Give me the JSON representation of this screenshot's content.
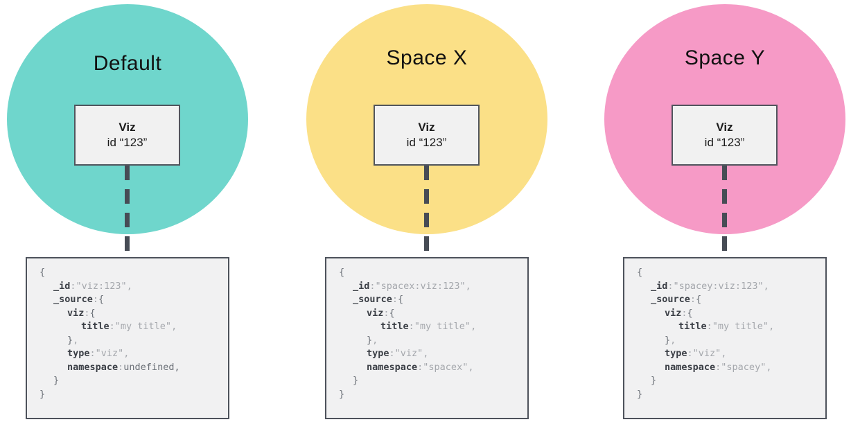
{
  "panels": [
    {
      "id": "default",
      "circle": {
        "label": "Default",
        "color": "#6FD6CC"
      },
      "viz_box": {
        "title": "Viz",
        "subtitle": "id “123”"
      },
      "code_lines": [
        {
          "indent": 0,
          "segments": [
            {
              "style": "brace",
              "text": "{"
            }
          ]
        },
        {
          "indent": 1,
          "segments": [
            {
              "style": "key",
              "text": "_id"
            },
            {
              "style": "punct",
              "text": ":"
            },
            {
              "style": "string",
              "text": "\"viz:123\""
            },
            {
              "style": "punct",
              "text": ","
            }
          ]
        },
        {
          "indent": 1,
          "segments": [
            {
              "style": "key",
              "text": "_source"
            },
            {
              "style": "punct",
              "text": ":"
            },
            {
              "style": "brace",
              "text": "{"
            }
          ]
        },
        {
          "indent": 2,
          "segments": [
            {
              "style": "key",
              "text": "viz"
            },
            {
              "style": "punct",
              "text": ":"
            },
            {
              "style": "brace",
              "text": "{"
            }
          ]
        },
        {
          "indent": 3,
          "segments": [
            {
              "style": "key",
              "text": "title"
            },
            {
              "style": "punct",
              "text": ":"
            },
            {
              "style": "string",
              "text": "\"my title\""
            },
            {
              "style": "punct",
              "text": ","
            }
          ]
        },
        {
          "indent": 2,
          "segments": [
            {
              "style": "brace",
              "text": "}"
            },
            {
              "style": "punct",
              "text": ","
            }
          ]
        },
        {
          "indent": 2,
          "segments": [
            {
              "style": "key",
              "text": "type"
            },
            {
              "style": "punct",
              "text": ":"
            },
            {
              "style": "string",
              "text": "\"viz\""
            },
            {
              "style": "punct",
              "text": ","
            }
          ]
        },
        {
          "indent": 2,
          "segments": [
            {
              "style": "key",
              "text": "namespace"
            },
            {
              "style": "punct",
              "text": ":"
            },
            {
              "style": "undefined",
              "text": "undefined"
            },
            {
              "style": "undefined",
              "text": ","
            }
          ]
        },
        {
          "indent": 1,
          "segments": [
            {
              "style": "brace",
              "text": "}"
            }
          ]
        },
        {
          "indent": 0,
          "segments": [
            {
              "style": "brace",
              "text": "}"
            }
          ]
        }
      ]
    },
    {
      "id": "spacex",
      "circle": {
        "label": "Space X",
        "color": "#FBE087"
      },
      "viz_box": {
        "title": "Viz",
        "subtitle": "id “123”"
      },
      "code_lines": [
        {
          "indent": 0,
          "segments": [
            {
              "style": "brace",
              "text": "{"
            }
          ]
        },
        {
          "indent": 1,
          "segments": [
            {
              "style": "key",
              "text": "_id"
            },
            {
              "style": "punct",
              "text": ":"
            },
            {
              "style": "string",
              "text": "\"spacex:viz:123\""
            },
            {
              "style": "punct",
              "text": ","
            }
          ]
        },
        {
          "indent": 1,
          "segments": [
            {
              "style": "key",
              "text": "_source"
            },
            {
              "style": "punct",
              "text": ":"
            },
            {
              "style": "brace",
              "text": "{"
            }
          ]
        },
        {
          "indent": 2,
          "segments": [
            {
              "style": "key",
              "text": "viz"
            },
            {
              "style": "punct",
              "text": ":"
            },
            {
              "style": "brace",
              "text": "{"
            }
          ]
        },
        {
          "indent": 3,
          "segments": [
            {
              "style": "key",
              "text": "title"
            },
            {
              "style": "punct",
              "text": ":"
            },
            {
              "style": "string",
              "text": "\"my title\""
            },
            {
              "style": "punct",
              "text": ","
            }
          ]
        },
        {
          "indent": 2,
          "segments": [
            {
              "style": "brace",
              "text": "}"
            },
            {
              "style": "punct",
              "text": ","
            }
          ]
        },
        {
          "indent": 2,
          "segments": [
            {
              "style": "key",
              "text": "type"
            },
            {
              "style": "punct",
              "text": ":"
            },
            {
              "style": "string",
              "text": "\"viz\""
            },
            {
              "style": "punct",
              "text": ","
            }
          ]
        },
        {
          "indent": 2,
          "segments": [
            {
              "style": "key",
              "text": "namespace"
            },
            {
              "style": "punct",
              "text": ":"
            },
            {
              "style": "string",
              "text": "\"spacex\""
            },
            {
              "style": "punct",
              "text": ","
            }
          ]
        },
        {
          "indent": 1,
          "segments": [
            {
              "style": "brace",
              "text": "}"
            }
          ]
        },
        {
          "indent": 0,
          "segments": [
            {
              "style": "brace",
              "text": "}"
            }
          ]
        }
      ]
    },
    {
      "id": "spacey",
      "circle": {
        "label": "Space Y",
        "color": "#F69AC6"
      },
      "viz_box": {
        "title": "Viz",
        "subtitle": "id “123”"
      },
      "code_lines": [
        {
          "indent": 0,
          "segments": [
            {
              "style": "brace",
              "text": "{"
            }
          ]
        },
        {
          "indent": 1,
          "segments": [
            {
              "style": "key",
              "text": "_id"
            },
            {
              "style": "punct",
              "text": ":"
            },
            {
              "style": "string",
              "text": "\"spacey:viz:123\""
            },
            {
              "style": "punct",
              "text": ","
            }
          ]
        },
        {
          "indent": 1,
          "segments": [
            {
              "style": "key",
              "text": "_source"
            },
            {
              "style": "punct",
              "text": ":"
            },
            {
              "style": "brace",
              "text": "{"
            }
          ]
        },
        {
          "indent": 2,
          "segments": [
            {
              "style": "key",
              "text": "viz"
            },
            {
              "style": "punct",
              "text": ":"
            },
            {
              "style": "brace",
              "text": "{"
            }
          ]
        },
        {
          "indent": 3,
          "segments": [
            {
              "style": "key",
              "text": "title"
            },
            {
              "style": "punct",
              "text": ":"
            },
            {
              "style": "string",
              "text": "\"my title\""
            },
            {
              "style": "punct",
              "text": ","
            }
          ]
        },
        {
          "indent": 2,
          "segments": [
            {
              "style": "brace",
              "text": "}"
            },
            {
              "style": "punct",
              "text": ","
            }
          ]
        },
        {
          "indent": 2,
          "segments": [
            {
              "style": "key",
              "text": "type"
            },
            {
              "style": "punct",
              "text": ":"
            },
            {
              "style": "string",
              "text": "\"viz\""
            },
            {
              "style": "punct",
              "text": ","
            }
          ]
        },
        {
          "indent": 2,
          "segments": [
            {
              "style": "key",
              "text": "namespace"
            },
            {
              "style": "punct",
              "text": ":"
            },
            {
              "style": "string",
              "text": "\"spacey\""
            },
            {
              "style": "punct",
              "text": ","
            }
          ]
        },
        {
          "indent": 1,
          "segments": [
            {
              "style": "brace",
              "text": "}"
            }
          ]
        },
        {
          "indent": 0,
          "segments": [
            {
              "style": "brace",
              "text": "}"
            }
          ]
        }
      ]
    }
  ],
  "colors": {
    "connector": "#474c55",
    "code_box_background": "#f1f1f2",
    "code_box_border": "#4d525b",
    "code_key": "#3b3f46",
    "code_string": "#a4a7ac",
    "code_brace": "#6b7077"
  }
}
